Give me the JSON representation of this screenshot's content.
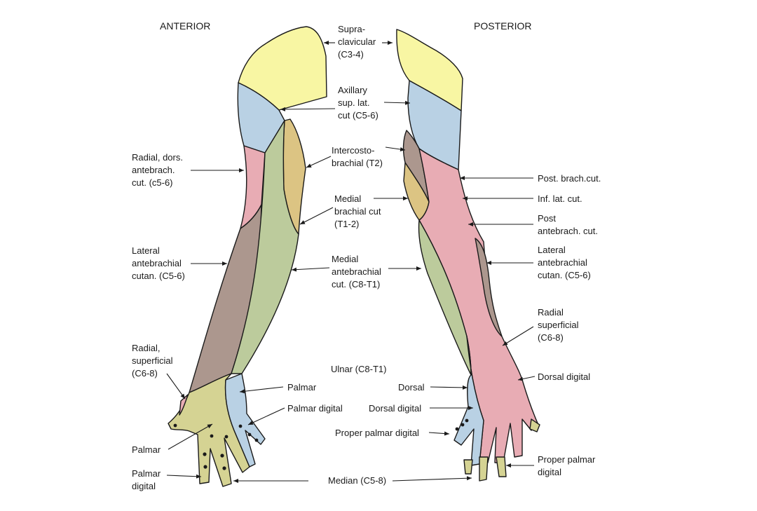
{
  "headers": {
    "anterior": "ANTERIOR",
    "posterior": "POSTERIOR"
  },
  "colors": {
    "supraclavicular": "#f8f6a3",
    "axillary": "#b9d1e4",
    "radial": "#e8acb4",
    "intercostobrachial": "#dcc483",
    "medial_brachial": "#dcc483",
    "lateral_antebrachial": "#ac978e",
    "medial_antebrachial": "#bccb9c",
    "median": "#d5d393",
    "ulnar": "#b9d1e4",
    "outline": "#1a1a1a"
  },
  "labels": {
    "supraclavicular": [
      "Supra-",
      "clavicular",
      "(C3-4)"
    ],
    "axillary": [
      "Axillary",
      "sup. lat.",
      "cut (C5-6)"
    ],
    "intercostobrachial": [
      "Intercosto-",
      "brachial (T2)"
    ],
    "medial_brachial": [
      "Medial",
      "brachial cut",
      "(T1-2)"
    ],
    "medial_antebrachial": [
      "Medial",
      "antebrachial",
      "cut. (C8-T1)"
    ],
    "ulnar": [
      "Ulnar (C8-T1)"
    ],
    "median": [
      "Median (C5-8)"
    ],
    "radial_dors_antebrach": [
      "Radial, dors.",
      "antebrach.",
      "cut. (c5-6)"
    ],
    "lateral_antebrachial_left": [
      "Lateral",
      "antebrachial",
      "cutan. (C5-6)"
    ],
    "radial_superficial_left": [
      "Radial,",
      "superficial",
      "(C6-8)"
    ],
    "palmar_hand": [
      "Palmar"
    ],
    "palmar_digital_left": [
      "Palmar",
      "digital"
    ],
    "palmar_ulnar": [
      "Palmar"
    ],
    "palmar_digital_ulnar": [
      "Palmar digital"
    ],
    "dorsal": [
      "Dorsal"
    ],
    "dorsal_digital_center": [
      "Dorsal digital"
    ],
    "proper_palmar_digital_center": [
      "Proper palmar digital"
    ],
    "post_brach_cut": [
      "Post. brach.cut."
    ],
    "inf_lat_cut": [
      "Inf. lat. cut."
    ],
    "post_antebrach_cut": [
      "Post",
      "antebrach. cut."
    ],
    "lateral_antebrachial_right": [
      "Lateral",
      "antebrachial",
      "cutan. (C5-6)"
    ],
    "radial_superficial_right": [
      "Radial",
      "superficial",
      "(C6-8)"
    ],
    "dorsal_digital_right": [
      "Dorsal digital"
    ],
    "proper_palmar_digital_right": [
      "Proper palmar",
      "digital"
    ]
  }
}
